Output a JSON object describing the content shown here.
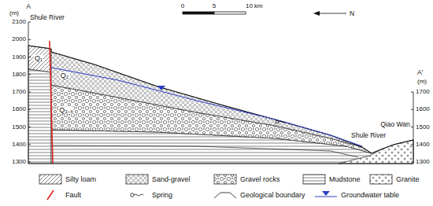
{
  "diagram": {
    "labels": [
      "A",
      "A'",
      "Shule River",
      "(m)",
      "2100",
      "2000",
      "1900",
      "1800",
      "1700",
      "1600",
      "1500",
      "1400",
      "1300",
      "(m)",
      "1700",
      "1600",
      "1500",
      "1400",
      "1300",
      "0",
      "5",
      "10 km",
      "N",
      "Q₁",
      "Q₂",
      "Q₃₋₄",
      "Shule River",
      "Qiao Wan"
    ],
    "legend": [
      {
        "text": "Silty loam"
      },
      {
        "text": "Sand-gravel"
      },
      {
        "text": "Gravel rocks"
      },
      {
        "text": "Mudstone"
      },
      {
        "text": "Granite"
      },
      {
        "text": "Fault"
      },
      {
        "text": "Spring"
      },
      {
        "text": "Geological boundary"
      },
      {
        "text": "Groundwater table"
      }
    ]
  }
}
